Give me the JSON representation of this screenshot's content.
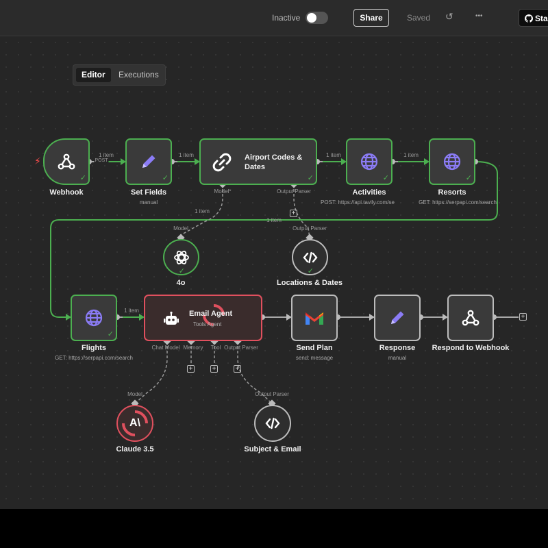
{
  "topbar": {
    "status_label": "Inactive",
    "share_label": "Share",
    "saved_label": "Saved",
    "history_glyph": "↺",
    "more_glyph": "•••",
    "github_label": "Star"
  },
  "tabs": {
    "editor": "Editor",
    "executions": "Executions"
  },
  "edges": {
    "item": "1 item",
    "post": "POST"
  },
  "ports": {
    "model": "Model",
    "model_required": "Model*",
    "output_parser": "Output Parser",
    "chat_model": "Chat Model",
    "memory": "Memory",
    "tool": "Tool",
    "output_parser_short": "Output Parser"
  },
  "nodes": {
    "webhook": {
      "label": "Webhook",
      "icon": "webhook-icon"
    },
    "set_fields": {
      "label": "Set Fields",
      "sub": "manual",
      "icon": "pencil-icon"
    },
    "airport": {
      "title": "Airport Codes & Dates",
      "title_line1": "Airport Codes &",
      "title_line2": "Dates",
      "icon": "link-icon"
    },
    "activities": {
      "label": "Activities",
      "sub": "POST: https://api.tavily.com/se",
      "icon": "globe-icon"
    },
    "resorts": {
      "label": "Resorts",
      "sub": "GET: https://serpapi.com/search",
      "icon": "globe-icon"
    },
    "model_4o": {
      "label": "4o",
      "icon": "openai-icon"
    },
    "locations": {
      "label": "Locations & Dates",
      "icon": "code-icon"
    },
    "flights": {
      "label": "Flights",
      "sub": "GET: https://serpapi.com/search",
      "icon": "globe-icon"
    },
    "email_agent": {
      "title": "Email Agent",
      "sub": "Tools Agent",
      "icon": "robot-icon"
    },
    "send_plan": {
      "label": "Send Plan",
      "sub": "send: message",
      "icon": "gmail-icon"
    },
    "response": {
      "label": "Response",
      "sub": "manual",
      "icon": "pencil-icon"
    },
    "respond": {
      "label": "Respond to Webhook",
      "icon": "webhook-icon"
    },
    "claude": {
      "label": "Claude 3.5",
      "icon": "anthropic-icon",
      "glyph": "A\\"
    },
    "subject": {
      "label": "Subject & Email",
      "icon": "code-icon"
    }
  },
  "colors": {
    "success": "#4caf50",
    "error": "#e0505e",
    "accent": "#7c6cf0",
    "canvas": "#262626"
  }
}
